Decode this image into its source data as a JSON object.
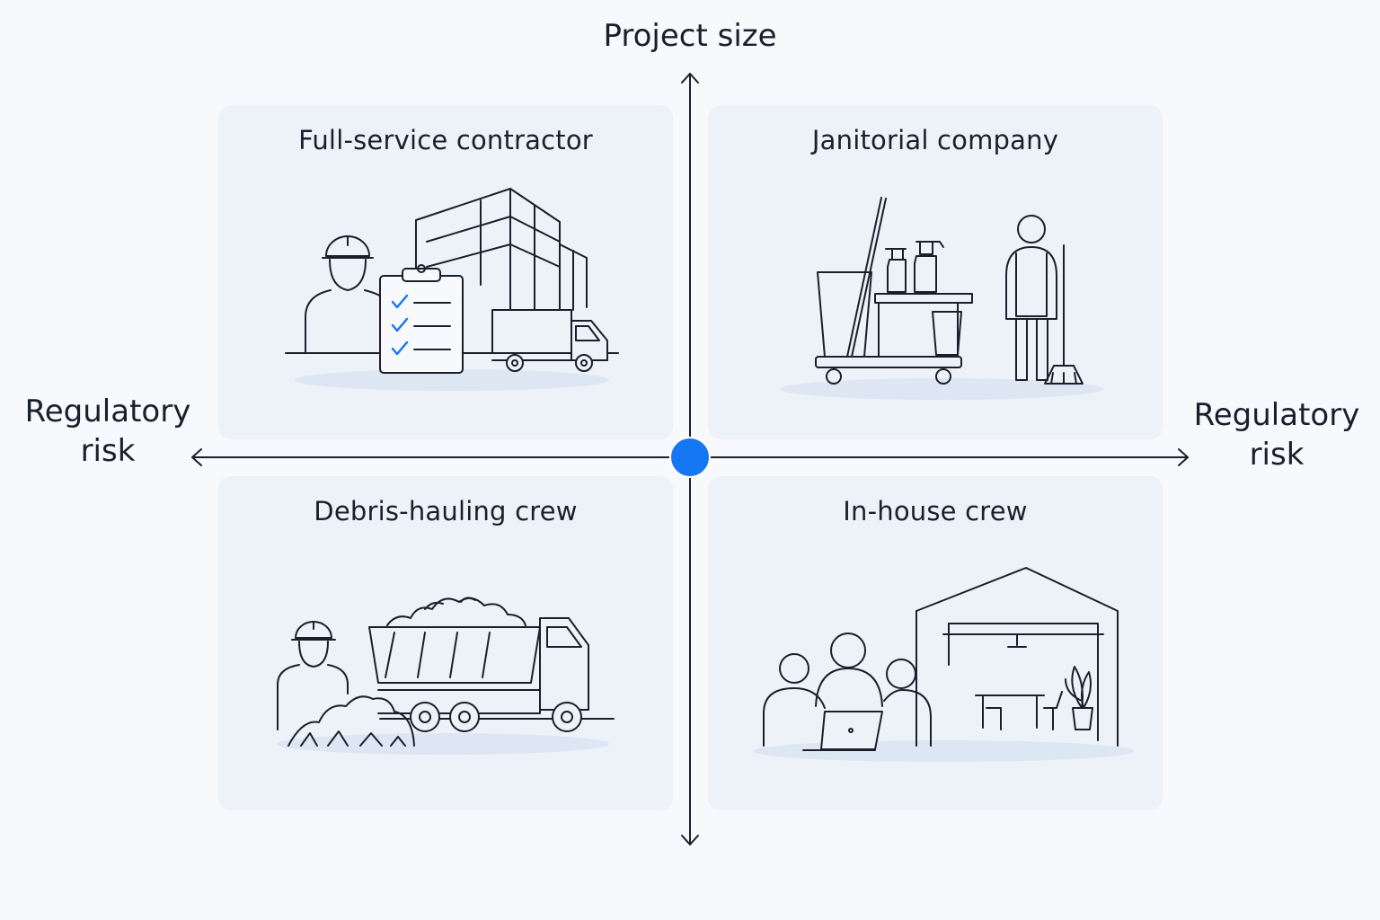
{
  "axes": {
    "vertical_label": "Project size",
    "horizontal_left_label": [
      "Regulatory",
      "risk"
    ],
    "horizontal_right_label": [
      "Regulatory",
      "risk"
    ]
  },
  "quadrants": {
    "top_left": {
      "title": "Full-service contractor"
    },
    "top_right": {
      "title": "Janitorial company"
    },
    "bottom_left": {
      "title": "Debris-hauling crew"
    },
    "bottom_right": {
      "title": "In-house crew"
    }
  },
  "colors": {
    "accent": "#1677f2",
    "line": "#1a1f2b",
    "panel": "#edf2f9",
    "background": "#f7f9fc"
  },
  "icons": {
    "top_left": [
      "construction-worker-icon",
      "checklist-icon",
      "building-icon",
      "box-truck-icon"
    ],
    "top_right": [
      "cleaning-cart-icon",
      "spray-bottle-icon",
      "janitor-with-broom-icon"
    ],
    "bottom_left": [
      "worker-icon",
      "dump-truck-icon",
      "rubble-pile-icon"
    ],
    "bottom_right": [
      "team-icon",
      "laptop-icon",
      "office-building-icon",
      "plant-icon"
    ]
  }
}
